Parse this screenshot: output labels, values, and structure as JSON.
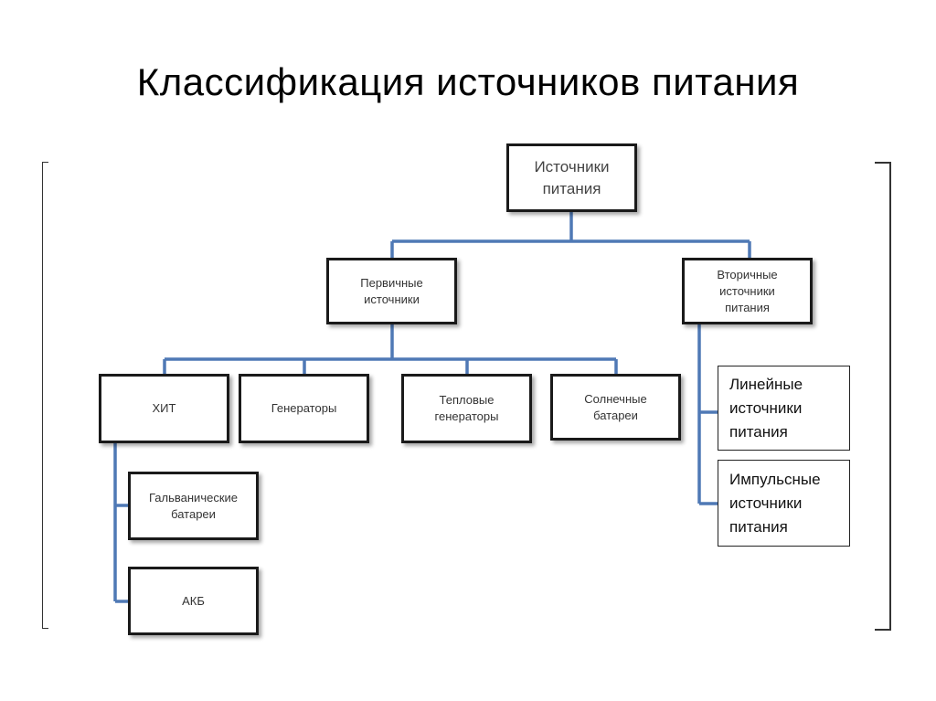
{
  "title": "Классификация источников питания",
  "diagram": {
    "root": "Источники\nпитания",
    "primary": {
      "label": "Первичные\nисточники",
      "children": [
        "ХИТ",
        "Генераторы",
        "Тепловые\nгенераторы",
        "Солнечные\nбатареи"
      ],
      "hit_children": [
        "Гальванические\nбатареи",
        "АКБ"
      ]
    },
    "secondary": {
      "label": "Вторичные\nисточники\nпитания",
      "children": [
        "Линейные\nисточники\nпитания",
        "Импульсные\nисточники\nпитания"
      ]
    }
  },
  "colors": {
    "connector": "#4f79b5",
    "box_border": "#1a1a1a"
  }
}
